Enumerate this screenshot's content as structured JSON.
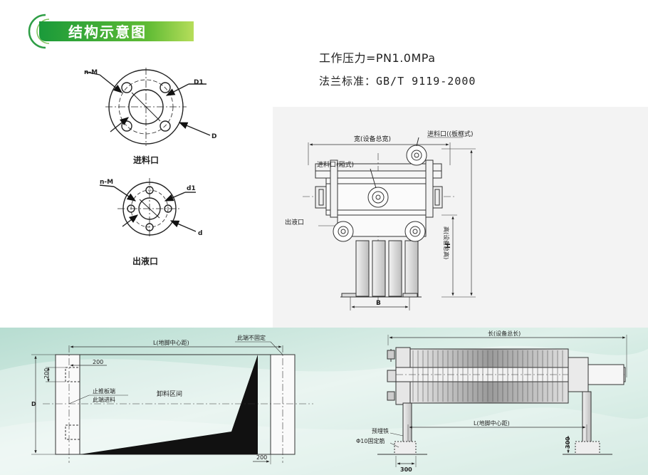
{
  "header": {
    "title": "结构示意图"
  },
  "specs": {
    "pressure": "工作压力=PN1.0MPa",
    "flange": "法兰标准：GB/T 9119-2000"
  },
  "flange_inlet": {
    "n_m": "n-M",
    "d1": "D1",
    "d": "D",
    "caption": "进料口"
  },
  "flange_outlet": {
    "n_m": "n-M",
    "d1": "d1",
    "d": "d",
    "caption": "出液口"
  },
  "side_view": {
    "width_label": "宽(设备总宽)",
    "inlet_plate": "进料口((板框式)",
    "inlet_chamber": "进料口(厢式)",
    "outlet": "出液口",
    "h_label": "H",
    "total_height": "高(设备总高)",
    "b_label": "B"
  },
  "plan_view": {
    "l_label": "L(地脚中心距)",
    "not_fixed": "此端不固定",
    "dim_200_top": "200",
    "dim_200_side": "200",
    "dim_200_bottom": "200",
    "thrust_plate": "止推板端",
    "feed_end": "此端进料",
    "unload_area": "卸料区间",
    "d_label": "D"
  },
  "front_view": {
    "total_length": "长(设备总长)",
    "l_label": "L(地脚中心距)",
    "embedded_iron": "预埋铁",
    "anchor_bar": "Φ10固定筋",
    "dim_300_bottom": "300",
    "dim_300_side": "300"
  }
}
